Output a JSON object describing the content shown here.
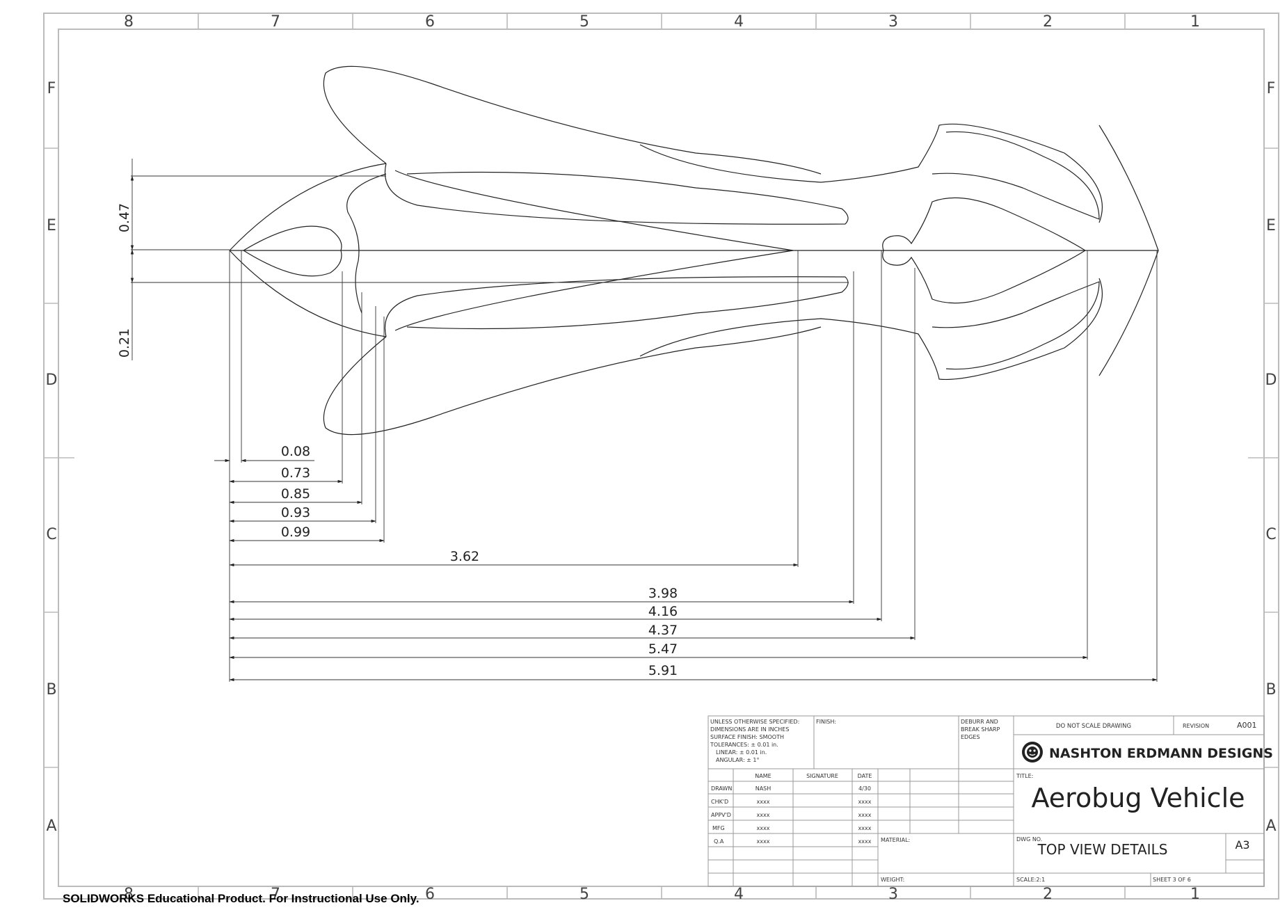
{
  "zones": {
    "top": [
      "8",
      "7",
      "6",
      "5",
      "4",
      "3",
      "2",
      "1"
    ],
    "bottom": [
      "8",
      "7",
      "6",
      "5",
      "4",
      "3",
      "2",
      "1"
    ],
    "left": [
      "F",
      "E",
      "D",
      "C",
      "B",
      "A"
    ],
    "right": [
      "F",
      "E",
      "D",
      "C",
      "B",
      "A"
    ]
  },
  "dimensions": {
    "vertical": [
      "0.47",
      "0.21"
    ],
    "horizontal": [
      "0.08",
      "0.73",
      "0.85",
      "0.93",
      "0.99",
      "3.62",
      "3.98",
      "4.16",
      "4.37",
      "5.47",
      "5.91"
    ]
  },
  "title_block": {
    "notes": [
      "UNLESS OTHERWISE SPECIFIED:",
      "DIMENSIONS ARE IN INCHES",
      "SURFACE FINISH: SMOOTH",
      "TOLERANCES: ± 0.01 in.",
      "LINEAR: ± 0.01 in.",
      "ANGULAR: ± 1°"
    ],
    "finish_label": "FINISH:",
    "deburr": [
      "DEBURR AND",
      "BREAK SHARP",
      "EDGES"
    ],
    "headers": {
      "name": "NAME",
      "signature": "SIGNATURE",
      "date": "DATE"
    },
    "rows": [
      {
        "role": "DRAWN",
        "name": "NASH",
        "date": "4/30"
      },
      {
        "role": "CHK'D",
        "name": "xxxx",
        "date": "xxxx"
      },
      {
        "role": "APPV'D",
        "name": "xxxx",
        "date": "xxxx"
      },
      {
        "role": "MFG",
        "name": "xxxx",
        "date": "xxxx"
      },
      {
        "role": "Q.A",
        "name": "xxxx",
        "date": "xxxx"
      }
    ],
    "material_label": "MATERIAL:",
    "weight_label": "WEIGHT:",
    "do_not_scale": "DO NOT SCALE DRAWING",
    "revision_label": "REVISION",
    "revision_value": "A001",
    "company": "NASHTON ERDMANN DESIGNS",
    "title_label": "TITLE:",
    "title": "Aerobug Vehicle",
    "dwg_label": "DWG NO.",
    "dwg_no": "TOP VIEW DETAILS",
    "size": "A3",
    "scale": "SCALE:2:1",
    "sheet": "SHEET 3 OF 6"
  },
  "footer": "SOLIDWORKS Educational Product. For Instructional Use Only."
}
